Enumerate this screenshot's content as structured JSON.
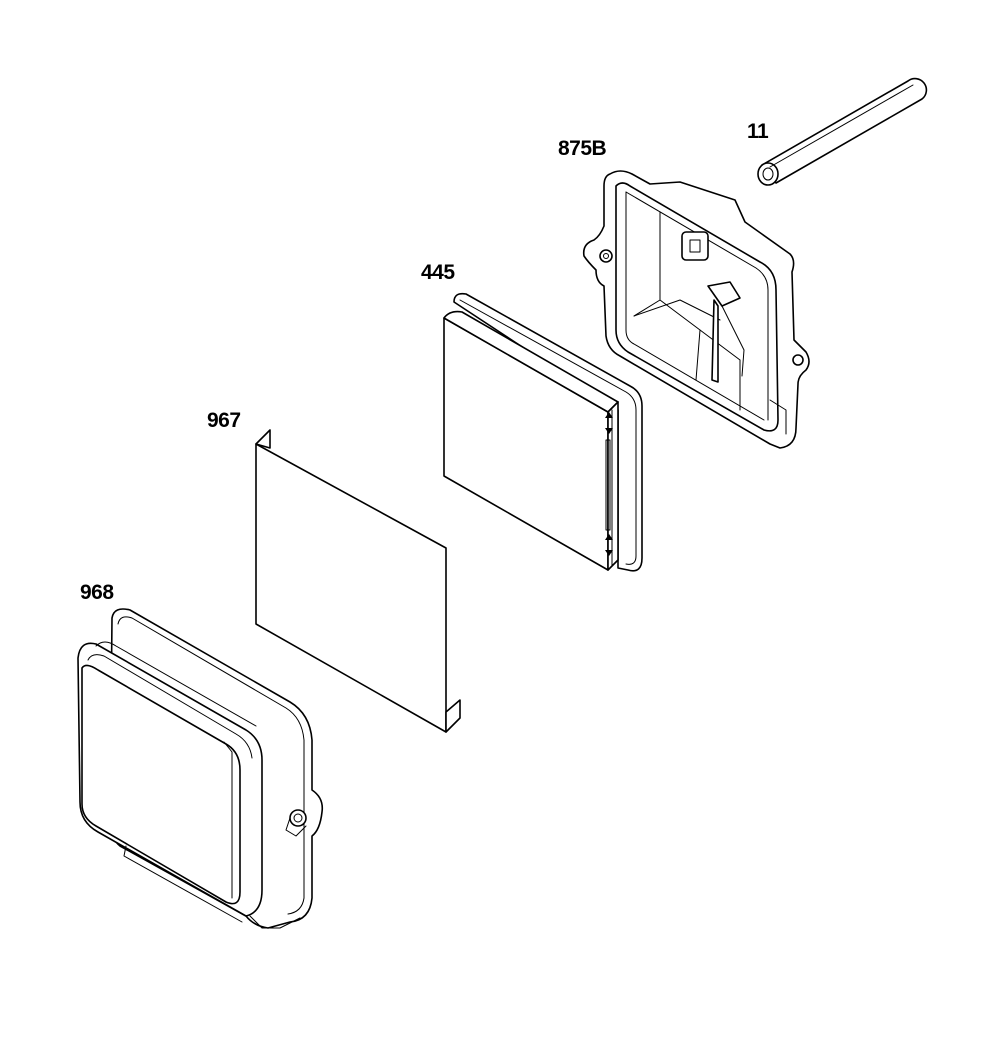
{
  "parts": [
    {
      "id": "11",
      "label": "11"
    },
    {
      "id": "875b",
      "label": "875B"
    },
    {
      "id": "445",
      "label": "445"
    },
    {
      "id": "967",
      "label": "967"
    },
    {
      "id": "968",
      "label": "968"
    }
  ],
  "colors": {
    "line": "#000000",
    "background": "#ffffff"
  }
}
